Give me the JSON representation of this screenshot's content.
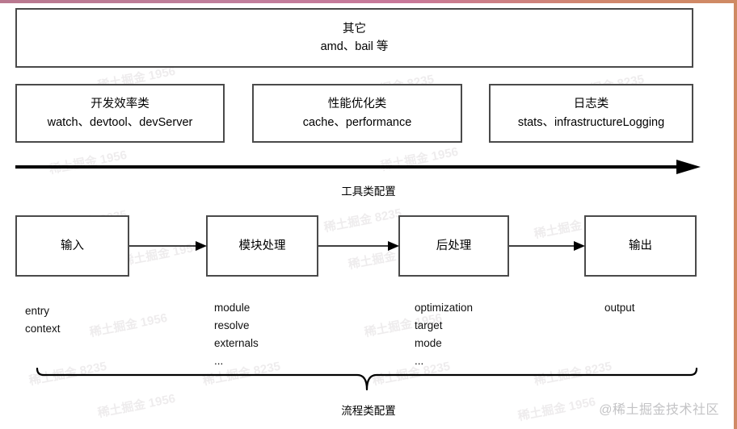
{
  "diagram": {
    "title_row": {
      "other_box": {
        "line1": "其它",
        "line2": "amd、bail 等"
      }
    },
    "category_boxes": [
      {
        "line1": "开发效率类",
        "line2": "watch、devtool、devServer"
      },
      {
        "line1": "性能优化类",
        "line2": "cache、performance"
      },
      {
        "line1": "日志类",
        "line2": "stats、infrastructureLogging"
      }
    ],
    "tool_arrow": {
      "label": "工具类配置",
      "direction": "right"
    },
    "flow": {
      "boxes": [
        {
          "label": "输入"
        },
        {
          "label": "模块处理"
        },
        {
          "label": "后处理"
        },
        {
          "label": "输出"
        }
      ],
      "connectors": [
        {
          "from": "输入",
          "to": "模块处理"
        },
        {
          "from": "模块处理",
          "to": "后处理"
        },
        {
          "from": "后处理",
          "to": "输出"
        }
      ],
      "options": [
        {
          "for": "输入",
          "text": "entry\ncontext"
        },
        {
          "for": "模块处理",
          "text": "module\nresolve\nexternals\n..."
        },
        {
          "for": "后处理",
          "text": "optimization\ntarget\nmode\n..."
        },
        {
          "for": "输出",
          "text": "output"
        }
      ],
      "brace_label": "流程类配置"
    },
    "credit": "@稀土掘金技术社区",
    "watermarks": [
      "稀土掘金 8235",
      "稀土掘金 1956"
    ],
    "colors": {
      "box_border": "#4a4a4a",
      "arrow": "#000000",
      "frame_start": "#b9788f",
      "frame_end": "#cf8a63",
      "credit": "#c3c3c5"
    }
  }
}
